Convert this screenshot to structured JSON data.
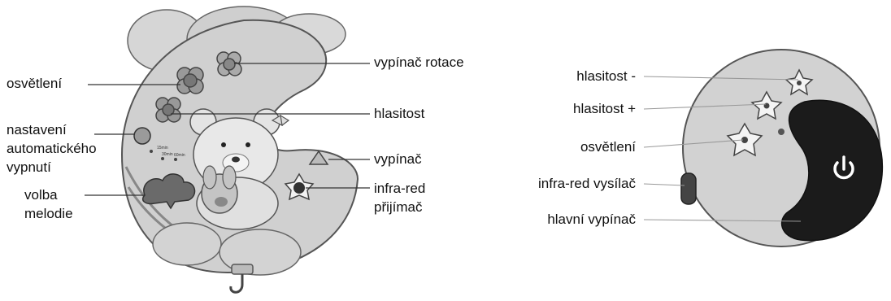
{
  "mobile": {
    "callouts": {
      "lighting": "osvětlení",
      "rotation_switch": "vypínač rotace",
      "volume": "hlasitost",
      "auto_off": [
        "nastavení",
        "automatického",
        "vypnutí"
      ],
      "switch": "vypínač",
      "ir_receiver": [
        "infra-red",
        "přijímač"
      ],
      "melody_select": [
        "volba",
        "melodie"
      ]
    },
    "timer_ticks": [
      "15min",
      "30min",
      "60min"
    ]
  },
  "remote": {
    "callouts": {
      "volume_down": "hlasitost -",
      "volume_up": "hlasitost +",
      "lighting": "osvětlení",
      "ir_transmitter": "infra-red vysílač",
      "main_switch": "hlavní vypínač"
    }
  },
  "colors": {
    "body": "#cfcfcf",
    "dark": "#1b1b1b",
    "line": "#333333"
  }
}
